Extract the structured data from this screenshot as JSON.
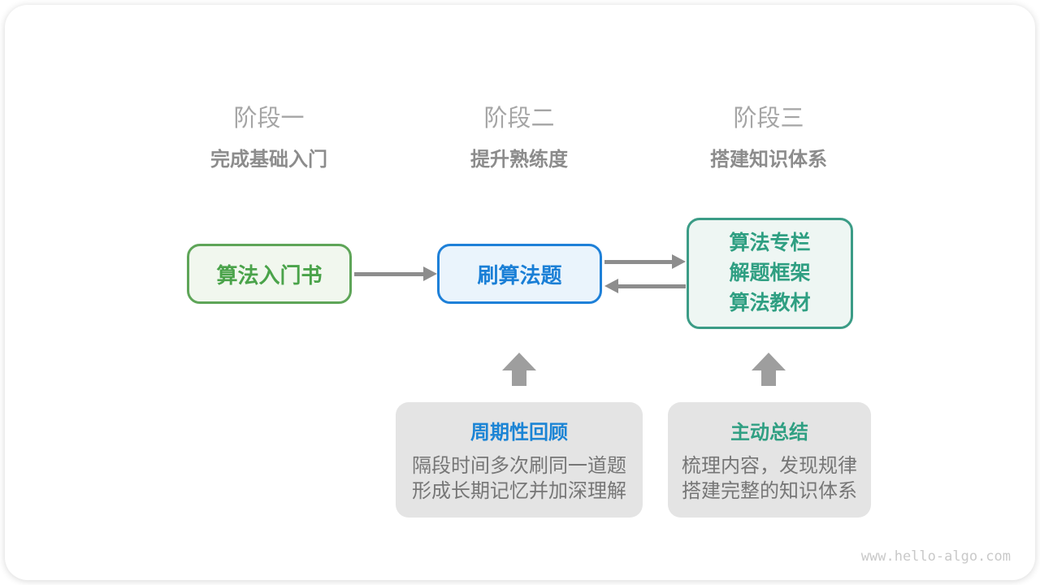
{
  "diagram": {
    "stages": [
      {
        "label": "阶段一",
        "subtitle": "完成基础入门"
      },
      {
        "label": "阶段二",
        "subtitle": "提升熟练度"
      },
      {
        "label": "阶段三",
        "subtitle": "搭建知识体系"
      }
    ],
    "nodes": {
      "intro_book": {
        "label": "算法入门书",
        "text_color": "#4aa34a",
        "border_color": "#5ea558"
      },
      "practice": {
        "label": "刷算法题",
        "text_color": "#1a7fd6",
        "border_color": "#1e80d8"
      },
      "resources": {
        "lines": [
          "算法专栏",
          "解题框架",
          "算法教材"
        ],
        "text_color": "#2f9f82",
        "border_color": "#3b9c86"
      }
    },
    "notes": [
      {
        "title": "周期性回顾",
        "title_color": "#1b84d5",
        "body_lines": [
          "隔段时间多次刷同一道题",
          "形成长期记忆并加深理解"
        ]
      },
      {
        "title": "主动总结",
        "title_color": "#2f9f82",
        "body_lines": [
          "梳理内容，发现规律",
          "搭建完整的知识体系"
        ]
      }
    ],
    "colors": {
      "arrow": "#8d8d8d",
      "up_arrow": "#9e9e9e",
      "note_background": "#e4e4e4"
    },
    "watermark": "www.hello-algo.com"
  }
}
